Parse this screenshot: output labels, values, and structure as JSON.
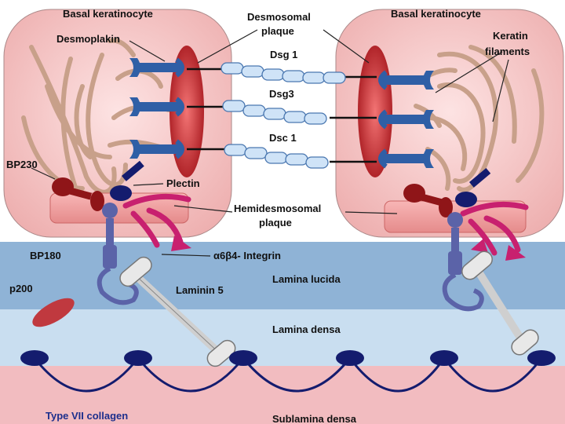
{
  "labels": {
    "left_cell": "Basal keratinocyte",
    "right_cell": "Basal keratinocyte",
    "desmosomal_plaque_1": "Desmosomal",
    "desmosomal_plaque_2": "plaque",
    "desmoplakin": "Desmoplakin",
    "dsg1": "Dsg 1",
    "dsg3": "Dsg3",
    "dsc1": "Dsc 1",
    "keratin_1": "Keratin",
    "keratin_2": "filaments",
    "bp230": "BP230",
    "plectin": "Plectin",
    "hemidesmosomal_1": "Hemidesmosomal",
    "hemidesmosomal_2": "plaque",
    "bp180": "BP180",
    "integrin": "α6β4- Integrin",
    "lamina_lucida": "Lamina lucida",
    "p200": "p200",
    "laminin5": "Laminin 5",
    "lamina_densa": "Lamina densa",
    "type7": "Type VII collagen",
    "sublamina": "Sublamina densa"
  },
  "colors": {
    "cell_fill": "#f4c4c4",
    "lamina_lucida": "#8fb3d6",
    "lamina_densa": "#c9def0",
    "sublamina": "#f2bcc0",
    "desmosome_blue": "#2f5fa6",
    "plaque_red": "#c62a2a",
    "keratin": "#c8a08a",
    "magenta": "#c8206f",
    "navy": "#141c6e",
    "bp180": "#5b63a8",
    "label_blue": "#1d2f8c"
  }
}
